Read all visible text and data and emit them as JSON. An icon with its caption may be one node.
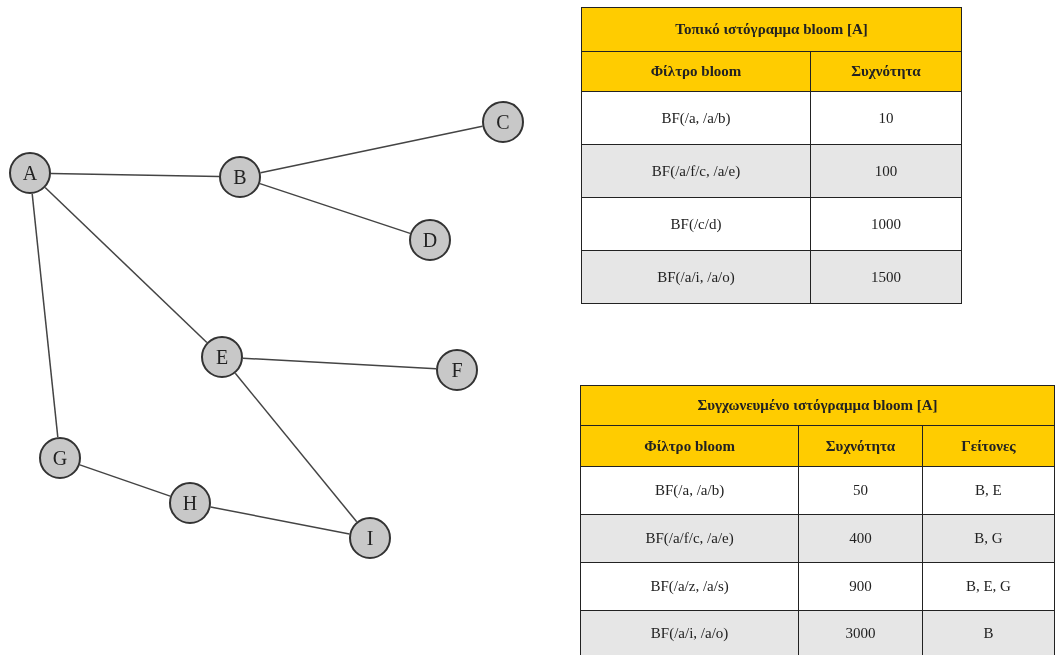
{
  "diagram": {
    "nodes": [
      {
        "text": [
          "A"
        ]
      },
      {
        "text": [
          "B"
        ]
      },
      {
        "text": [
          "C"
        ]
      },
      {
        "text": [
          "D"
        ]
      },
      {
        "text": [
          "E"
        ]
      },
      {
        "text": [
          "F"
        ]
      },
      {
        "text": [
          "G"
        ]
      },
      {
        "text": [
          "H"
        ]
      },
      {
        "text": [
          "I"
        ]
      }
    ],
    "edges": [
      {
        "from": 0,
        "to": 1,
        "arrow": "none"
      },
      {
        "from": 1,
        "to": 2,
        "arrow": "none"
      },
      {
        "from": 1,
        "to": 3,
        "arrow": "none"
      },
      {
        "from": 0,
        "to": 4,
        "arrow": "none"
      },
      {
        "from": 4,
        "to": 5,
        "arrow": "none"
      },
      {
        "from": 4,
        "to": 8,
        "arrow": "none"
      },
      {
        "from": 0,
        "to": 6,
        "arrow": "none"
      },
      {
        "from": 6,
        "to": 7,
        "arrow": "none"
      },
      {
        "from": 7,
        "to": 8,
        "arrow": "none"
      }
    ],
    "labels": [
      "Τοπικό ιστόγραμμα bloom [A]",
      "Φίλτρο bloom",
      "Συχνότητα",
      "BF(/a, /a/b)",
      "10",
      "BF(/a/f/c, /a/e)",
      "100",
      "BF(/c/d)",
      "1000",
      "BF(/a/i, /a/o)",
      "1500",
      "Συγχωνευμένο ιστόγραμμα bloom [A]",
      "Φίλτρο bloom",
      "Συχνότητα",
      "Γείτονες",
      "BF(/a, /a/b)",
      "50",
      "B, E",
      "BF(/a/f/c, /a/e)",
      "400",
      "B, G",
      "BF(/a/z, /a/s)",
      "900",
      "B, E, G",
      "BF(/a/i, /a/o)",
      "3000",
      "B"
    ]
  }
}
